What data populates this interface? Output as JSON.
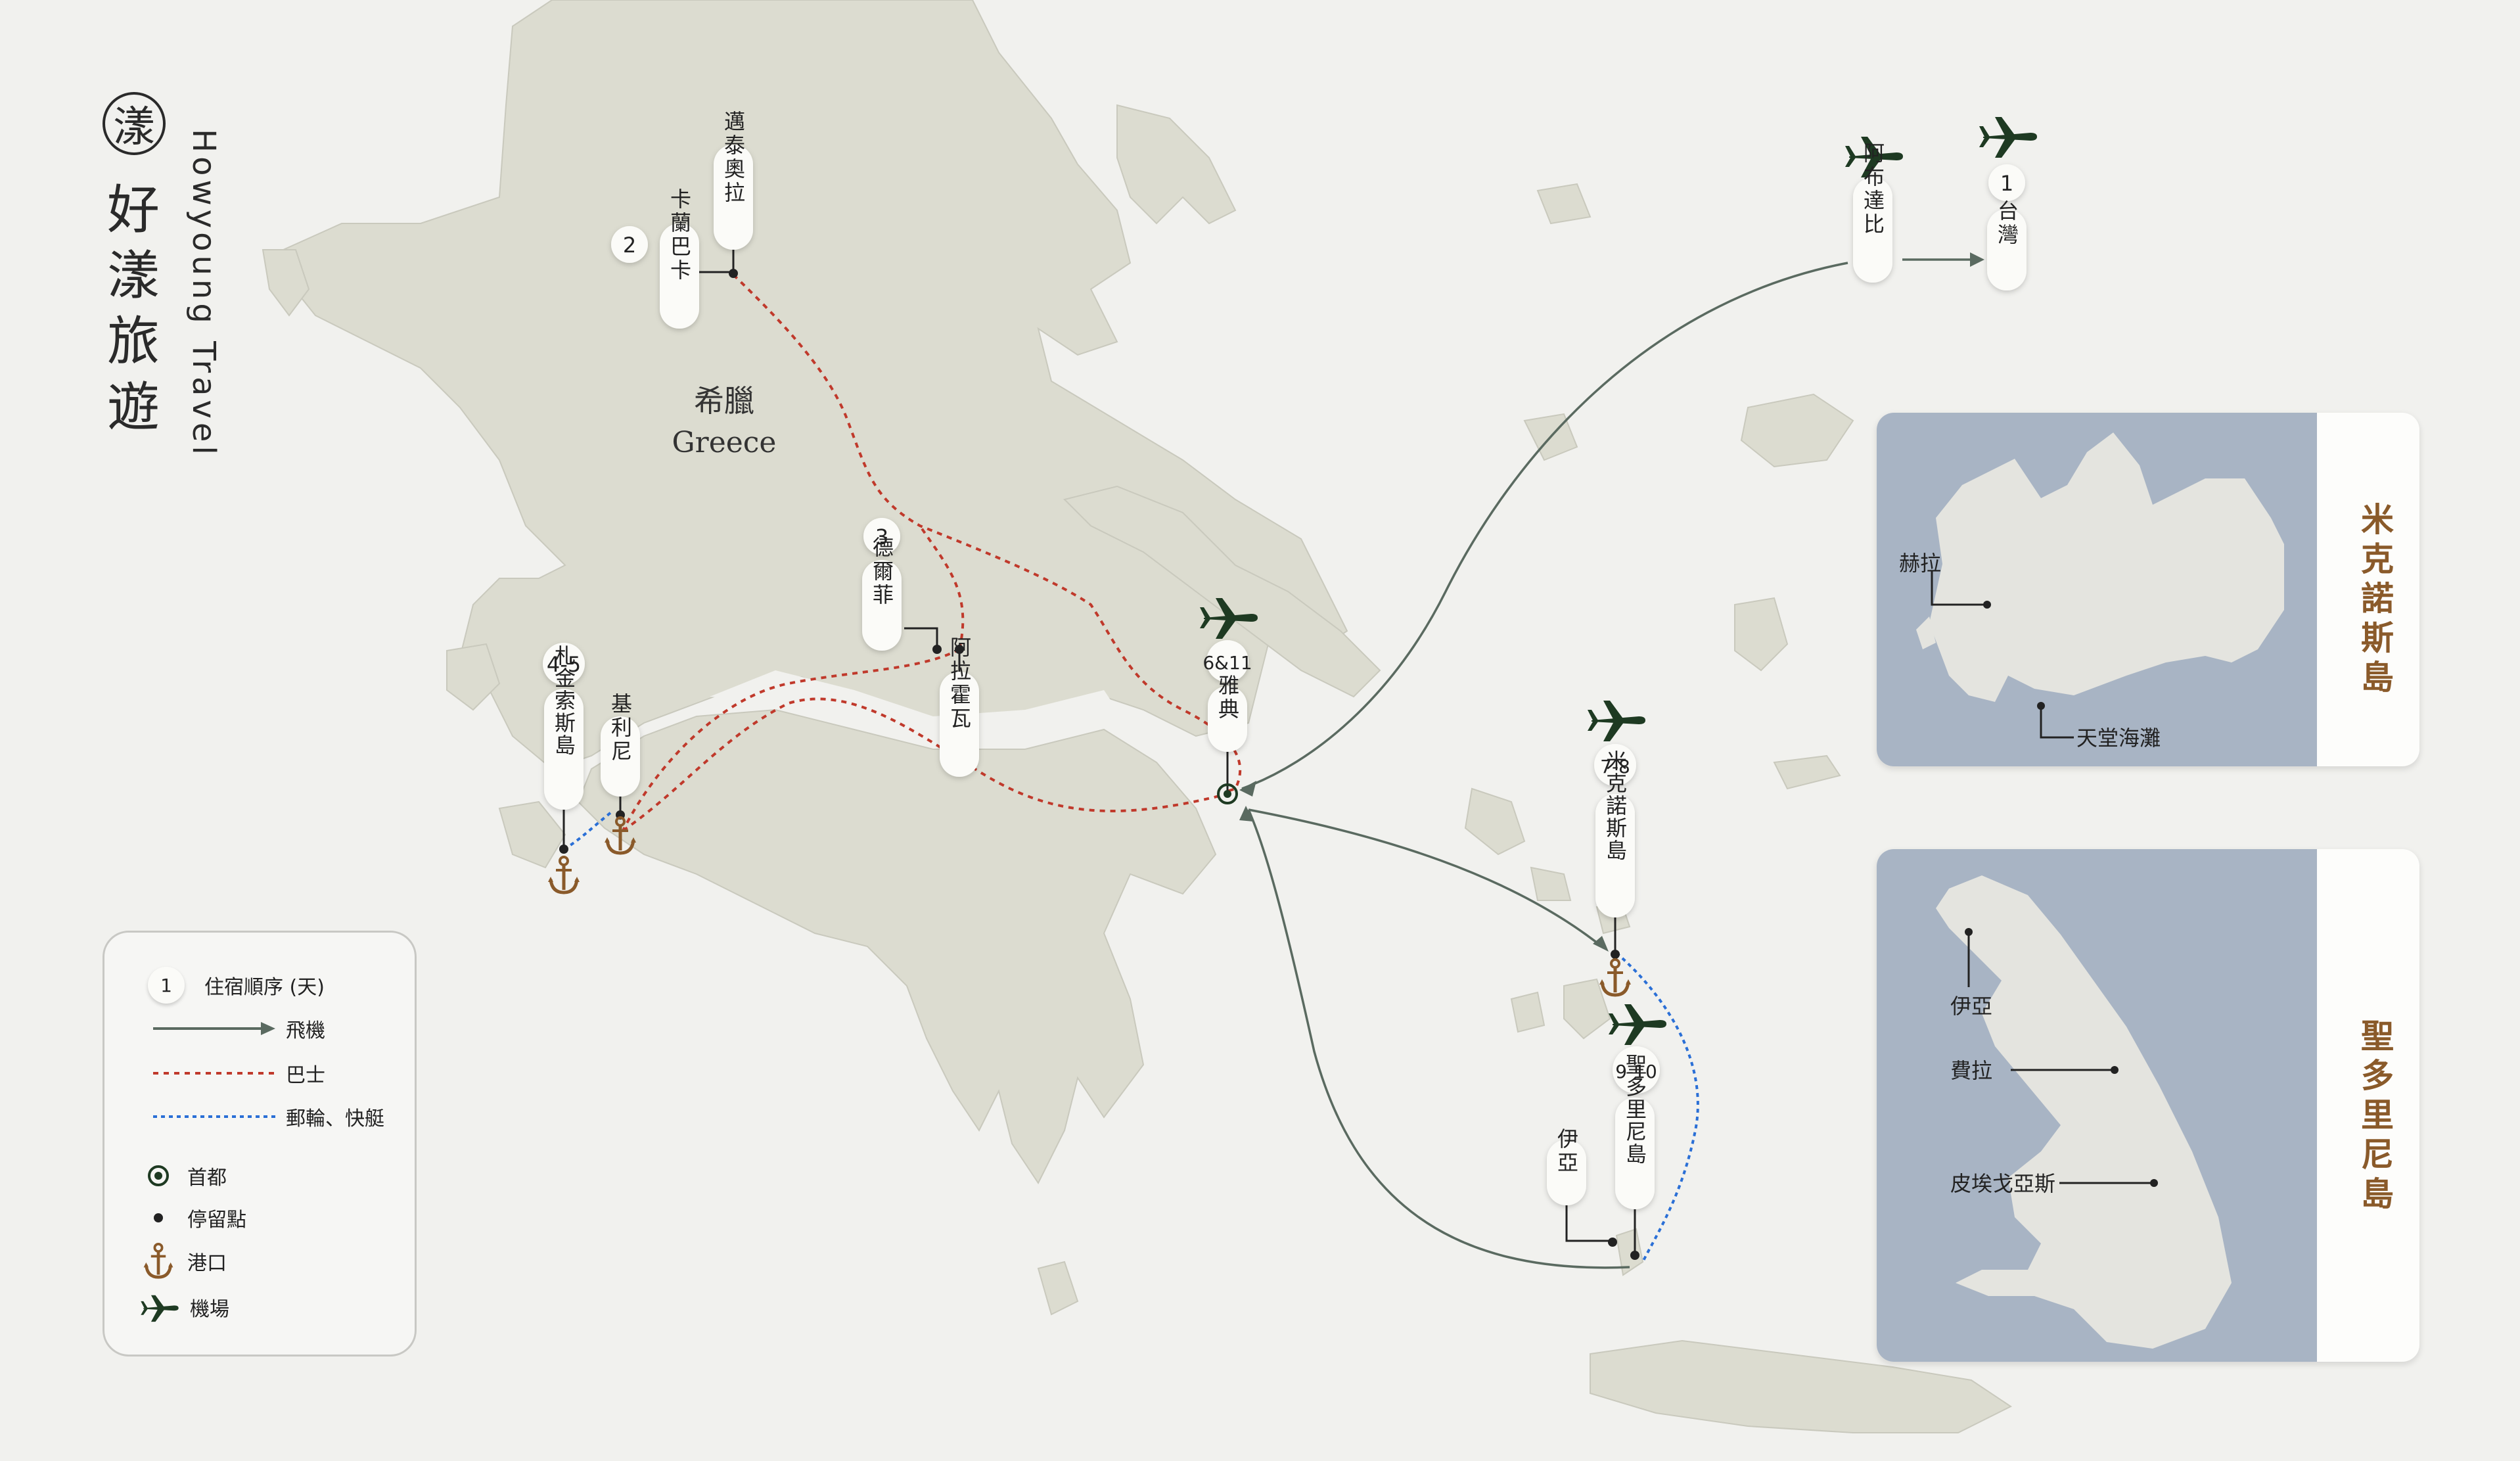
{
  "brand": {
    "mark": "漾",
    "name_han": "好漾旅遊",
    "name_en": "Howyoung Travel"
  },
  "country": {
    "name_zh": "希臘",
    "name_en": "Greece"
  },
  "stops": {
    "meteora": "邁泰奧拉",
    "kalambaka": "卡蘭巴卡",
    "kalambaka_day": "2",
    "delphi": "德爾菲",
    "delphi_day": "3",
    "arachova": "阿拉霍瓦",
    "katakolo": "札金索斯島",
    "katakolo_day": "4-5",
    "kyllini": "基利尼",
    "athens": "雅典",
    "athens_day": "6&11",
    "mykonos": "米克諾斯島",
    "mykonos_day": "7-8",
    "santorini": "聖多里尼島",
    "santorini_day": "9-10",
    "oia": "伊亞",
    "abu_dhabi": "阿布達比",
    "taiwan": "台灣",
    "taiwan_day": "1"
  },
  "legend": {
    "stay_num": "1",
    "stay": "住宿順序 (天)",
    "flight": "飛機",
    "bus": "巴士",
    "ferry": "郵輪、快艇",
    "capital": "首都",
    "stop": "停留點",
    "port": "港口",
    "airport": "機場"
  },
  "insets": {
    "mykonos": {
      "title": "米克諾斯島",
      "place1": "赫拉",
      "place2": "天堂海灘"
    },
    "santorini": {
      "title": "聖多里尼島",
      "place1": "伊亞",
      "place2": "費拉",
      "place3": "皮埃戈亞斯"
    }
  },
  "colors": {
    "land": "#dcdcd0",
    "sea": "#f1f1ee",
    "flight": "#5a6a60",
    "bus": "#c0392b",
    "ferry": "#2a6fd6",
    "port": "#8a5a2a",
    "airport": "#1e3a22",
    "inset_sea": "#a8b4c4",
    "inset_title": "#8a5a2a"
  },
  "icons": {
    "airport": "plane-icon",
    "port": "anchor-icon",
    "capital": "capital-icon",
    "stop": "dot-icon"
  }
}
